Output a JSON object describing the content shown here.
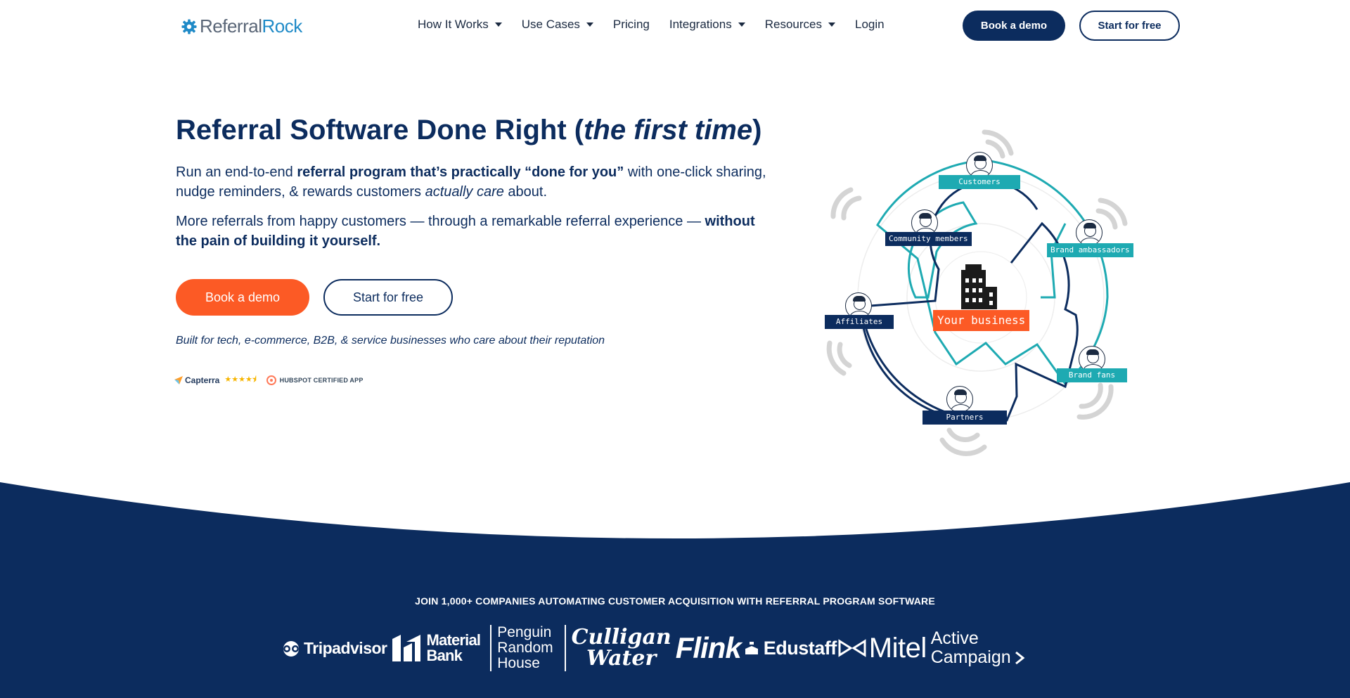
{
  "header": {
    "logo": {
      "part1": "Referral",
      "part2": "Rock"
    },
    "nav": [
      {
        "label": "How It Works",
        "dropdown": true
      },
      {
        "label": "Use Cases",
        "dropdown": true
      },
      {
        "label": "Pricing",
        "dropdown": false
      },
      {
        "label": "Integrations",
        "dropdown": true
      },
      {
        "label": "Resources",
        "dropdown": true
      },
      {
        "label": "Login",
        "dropdown": false
      }
    ],
    "demo_button": "Book a demo",
    "free_button": "Start for free"
  },
  "hero": {
    "title_main": "Referral Software Done Right (",
    "title_italic": "the first time",
    "title_end": ")",
    "p1": {
      "a": "Run an end-to-end ",
      "b": "referral program that’s practically “done for you”",
      "c": " with one-click sharing, nudge reminders, & rewards customers ",
      "d": "actually care",
      "e": " about."
    },
    "p2": {
      "a": "More referrals from happy customers — through a remarkable referral experience — ",
      "b": "without the pain of building it yourself."
    },
    "demo_button": "Book a demo",
    "free_button": "Start for free",
    "built_for": "Built  for tech, e-commerce, B2B, & service businesses who care about their reputation",
    "badges": {
      "capterra": "Capterra",
      "capterra_stars": "★★★★⯨",
      "hubspot": "HUBSPOT CERTIFIED APP"
    }
  },
  "diagram": {
    "center": "Your business",
    "nodes": {
      "customers": "Customers",
      "community": "Community members",
      "ambassadors": "Brand ambassadors",
      "affiliates": "Affiliates",
      "fans": "Brand fans",
      "partners": "Partners"
    }
  },
  "colors": {
    "navy": "#0c2c5e",
    "orange": "#fc5a25",
    "teal": "#1eaab2",
    "brand_blue": "#1f8ac7"
  },
  "customers_band": {
    "title": "JOIN 1,000+ COMPANIES AUTOMATING CUSTOMER ACQUISITION WITH REFERRAL PROGRAM SOFTWARE",
    "logos": [
      {
        "name": "Tripadvisor"
      },
      {
        "line1": "Material",
        "line2": "Bank"
      },
      {
        "line1": "Penguin",
        "line2": "Random",
        "line3": "House"
      },
      {
        "line1": "Culligan",
        "line2": "Water"
      },
      {
        "name": "Flink"
      },
      {
        "name": "Edustaff"
      },
      {
        "name": "Mitel"
      },
      {
        "line1": "Active",
        "line2": "Campaign"
      }
    ]
  }
}
